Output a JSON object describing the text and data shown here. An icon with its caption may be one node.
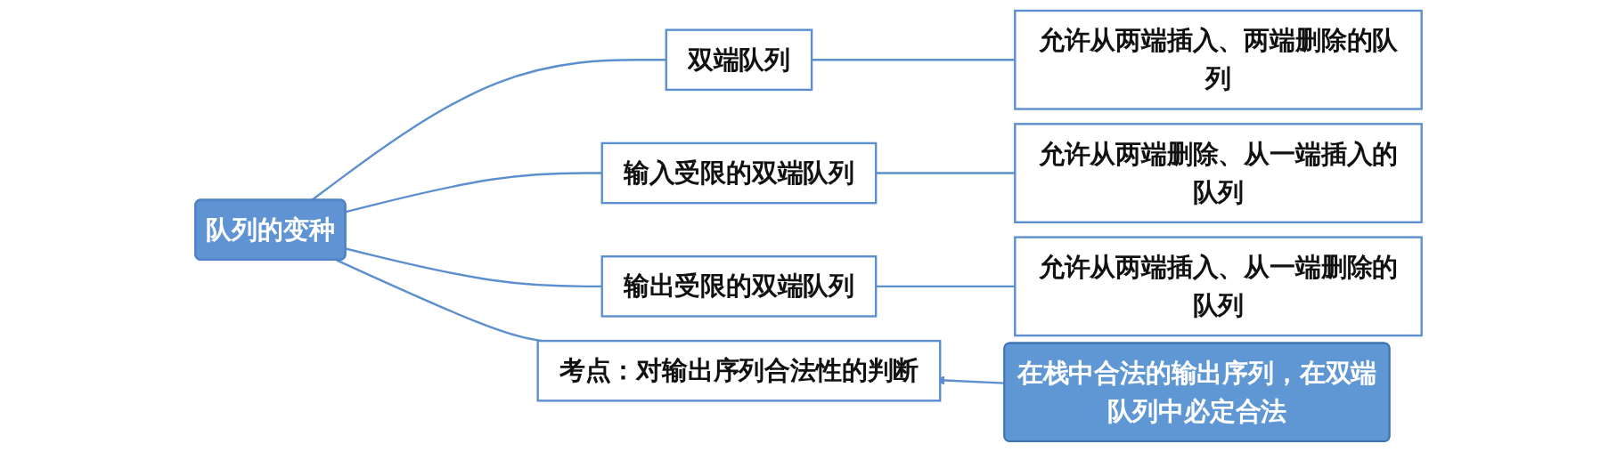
{
  "diagram": {
    "nodes": [
      {
        "text": [
          "队列的变种"
        ]
      },
      {
        "text": [
          "双端队列"
        ]
      },
      {
        "text": [
          "允许从两端插入、两端删除的队列"
        ]
      },
      {
        "text": [
          "输入受限的双端队列"
        ]
      },
      {
        "text": [
          "允许从两端删除、从一端插入的队列"
        ]
      },
      {
        "text": [
          "输出受限的双端队列"
        ]
      },
      {
        "text": [
          "允许从两端插入、从一端删除的队列"
        ]
      },
      {
        "text": [
          "考点：对输出序列合法性的判断"
        ]
      },
      {
        "text": [
          "在栈中合法的输出序列，在双端队列中必定合法"
        ]
      }
    ],
    "edges": [
      {
        "from": 0,
        "to": 1,
        "arrow": "none"
      },
      {
        "from": 1,
        "to": 2,
        "arrow": "none"
      },
      {
        "from": 0,
        "to": 3,
        "arrow": "none"
      },
      {
        "from": 3,
        "to": 4,
        "arrow": "none"
      },
      {
        "from": 0,
        "to": 5,
        "arrow": "none"
      },
      {
        "from": 5,
        "to": 6,
        "arrow": "none"
      },
      {
        "from": 0,
        "to": 7,
        "arrow": "none"
      },
      {
        "from": 8,
        "to": 7,
        "arrow": "to"
      }
    ]
  }
}
